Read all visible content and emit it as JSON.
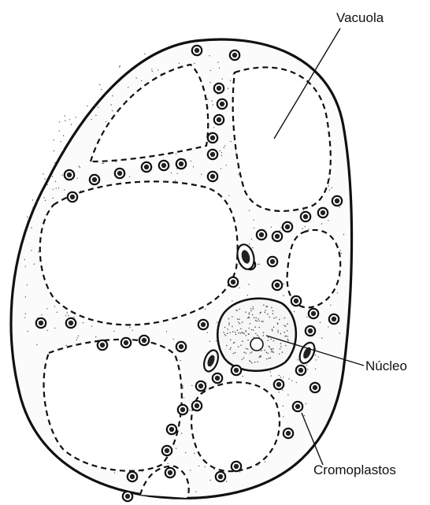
{
  "labels": {
    "vacuole": "Vacuola",
    "nucleus": "Núcleo",
    "chromoplasts": "Cromoplastos"
  }
}
